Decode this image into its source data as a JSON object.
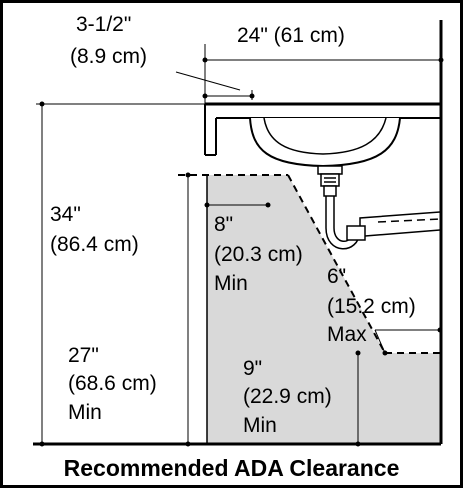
{
  "title": "Recommended ADA Clearance",
  "colors": {
    "clearance_fill": "#d9d9d9",
    "line": "#000000",
    "background": "#ffffff"
  },
  "dimensions": {
    "vanity_depth": {
      "imperial": "24\"",
      "metric": "(61 cm)"
    },
    "overhang": {
      "imperial": "3-1/2\"",
      "metric": "(8.9 cm)"
    },
    "counter_height": {
      "imperial": "34\"",
      "metric": "(86.4 cm)"
    },
    "knee_height": {
      "imperial": "27\"",
      "metric": "(68.6 cm)",
      "qualifier": "Min"
    },
    "knee_depth": {
      "imperial": "8\"",
      "metric": "(20.3 cm)",
      "qualifier": "Min"
    },
    "toe_height": {
      "imperial": "6\"",
      "metric": "(15.2 cm)",
      "qualifier": "Max"
    },
    "toe_depth": {
      "imperial": "9\"",
      "metric": "(22.9 cm)",
      "qualifier": "Min"
    }
  }
}
